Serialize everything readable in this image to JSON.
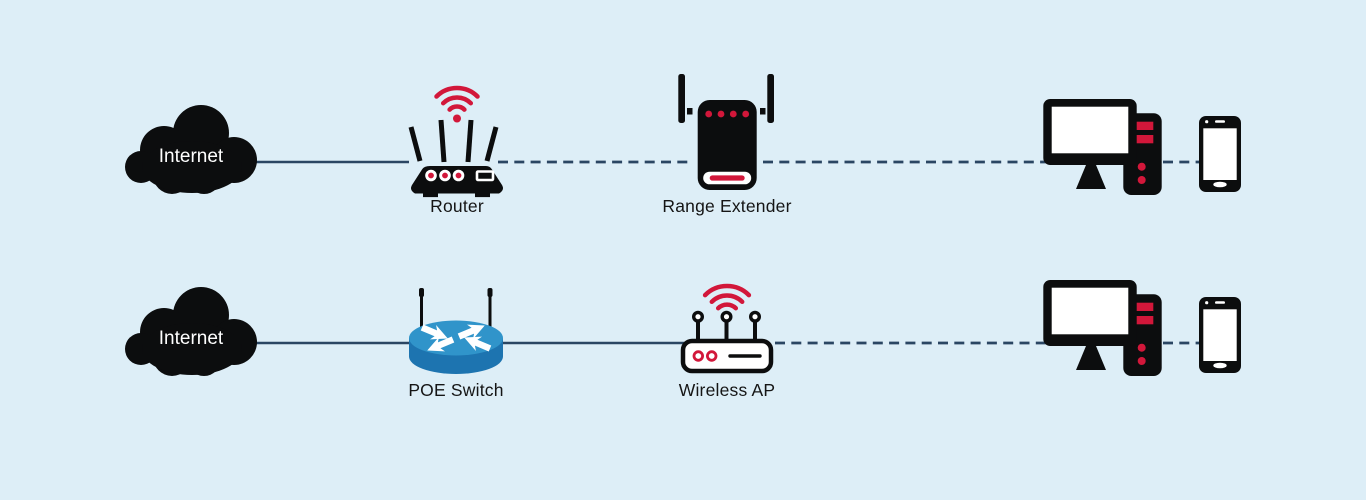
{
  "colors": {
    "background": "#ddeef7",
    "device_black": "#0c0d0e",
    "accent_red": "#d2173a",
    "line_navy": "#2a4663",
    "switch_blue_top": "#3094ca",
    "switch_blue_side": "#1d74b0",
    "white": "#ffffff",
    "label_text": "#151515"
  },
  "diagram": {
    "rows": [
      {
        "source_label": "Internet",
        "source_icon": "internet-cloud-icon",
        "devices": [
          {
            "label": "Router",
            "icon": "router-icon",
            "extras": [
              "wifi-signal-icon"
            ]
          },
          {
            "label": "Range Extender",
            "icon": "range-extender-icon"
          }
        ],
        "endpoints": [
          "desktop-computer-icon",
          "smartphone-icon"
        ],
        "links": [
          "solid",
          "dashed",
          "dashed",
          "dashed"
        ]
      },
      {
        "source_label": "Internet",
        "source_icon": "internet-cloud-icon",
        "devices": [
          {
            "label": "POE Switch",
            "icon": "poe-switch-icon"
          },
          {
            "label": "Wireless AP",
            "icon": "wireless-ap-icon",
            "extras": [
              "wifi-signal-icon"
            ]
          }
        ],
        "endpoints": [
          "desktop-computer-icon",
          "smartphone-icon"
        ],
        "links": [
          "solid",
          "solid",
          "dashed",
          "dashed"
        ]
      }
    ]
  }
}
